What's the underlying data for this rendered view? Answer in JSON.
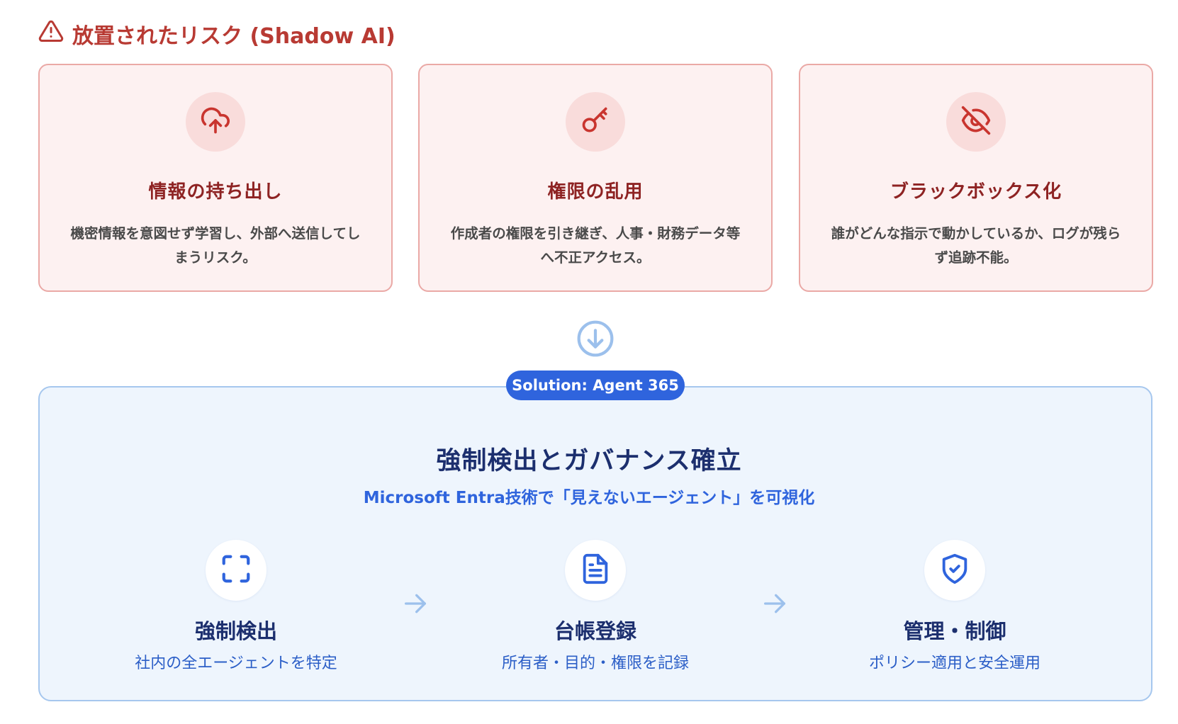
{
  "risk_section": {
    "title": "放置されたリスク (Shadow AI)",
    "cards": [
      {
        "icon": "cloud-upload-icon",
        "title": "情報の持ち出し",
        "description": "機密情報を意図せず学習し、外部へ送信してしまうリスク。"
      },
      {
        "icon": "key-icon",
        "title": "権限の乱用",
        "description": "作成者の権限を引き継ぎ、人事・財務データ等へ不正アクセス。"
      },
      {
        "icon": "eye-off-icon",
        "title": "ブラックボックス化",
        "description": "誰がどんな指示で動かしているか、ログが残らず追跡不能。"
      }
    ]
  },
  "solution": {
    "badge": "Solution: Agent 365",
    "title": "強制検出とガバナンス確立",
    "subtitle": "Microsoft Entra技術で「見えないエージェント」を可視化",
    "steps": [
      {
        "icon": "scan-icon",
        "title": "強制検出",
        "description": "社内の全エージェントを特定"
      },
      {
        "icon": "document-icon",
        "title": "台帳登録",
        "description": "所有者・目的・権限を記録"
      },
      {
        "icon": "shield-check-icon",
        "title": "管理・制御",
        "description": "ポリシー適用と安全運用"
      }
    ]
  },
  "colors": {
    "risk_red": "#b83a33",
    "risk_card_bg": "#fdf1f1",
    "risk_card_border": "#eaa9a6",
    "solution_blue": "#2f64dd",
    "solution_bg": "#eef5fd",
    "solution_border": "#a6c7ee",
    "navy": "#1c2f6e"
  }
}
